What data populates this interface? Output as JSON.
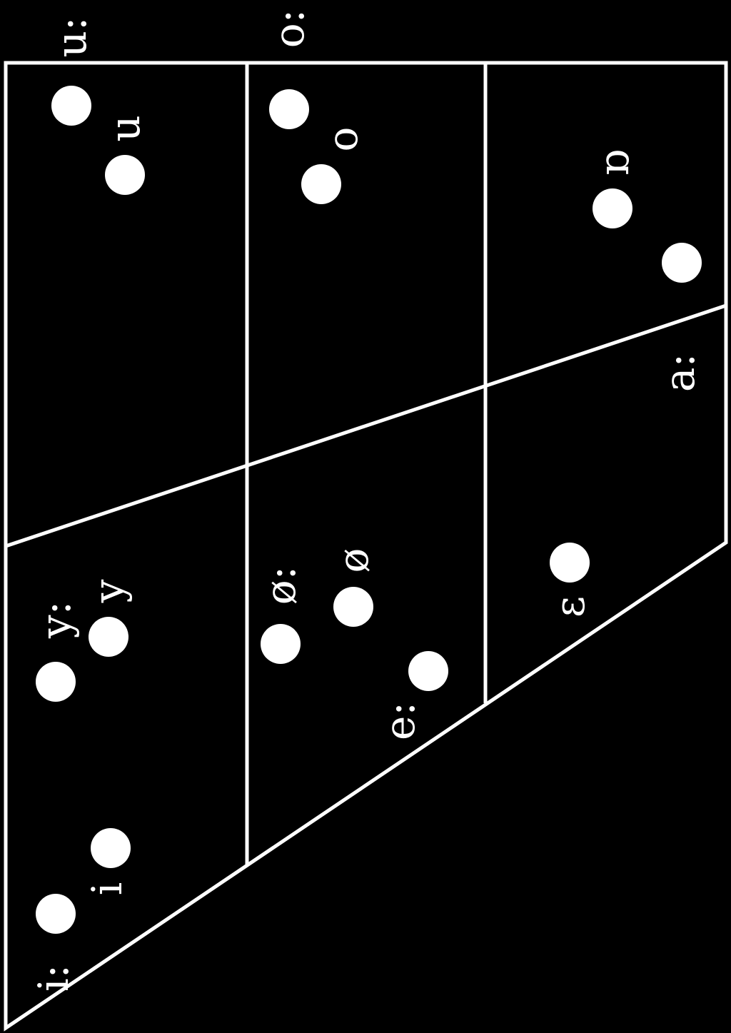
{
  "diagram": {
    "type": "vowel-chart",
    "orientation": "rotated-90-clockwise",
    "colors": {
      "background": "#000000",
      "lines": "#ffffff",
      "dots": "#ffffff",
      "text": "#ffffff"
    }
  },
  "vowels": [
    {
      "id": "u-long",
      "symbol": "u:"
    },
    {
      "id": "u",
      "symbol": "u"
    },
    {
      "id": "o-long",
      "symbol": "o:"
    },
    {
      "id": "o",
      "symbol": "o"
    },
    {
      "id": "open-back",
      "symbol": "ɒ"
    },
    {
      "id": "a-long",
      "symbol": "a:"
    },
    {
      "id": "y-long",
      "symbol": "y:"
    },
    {
      "id": "y",
      "symbol": "y"
    },
    {
      "id": "oe-long",
      "symbol": "ø:"
    },
    {
      "id": "oe",
      "symbol": "ø"
    },
    {
      "id": "e-long",
      "symbol": "e:"
    },
    {
      "id": "open-e",
      "symbol": "ɛ"
    },
    {
      "id": "i",
      "symbol": "i"
    },
    {
      "id": "i-long",
      "symbol": "i:"
    }
  ]
}
